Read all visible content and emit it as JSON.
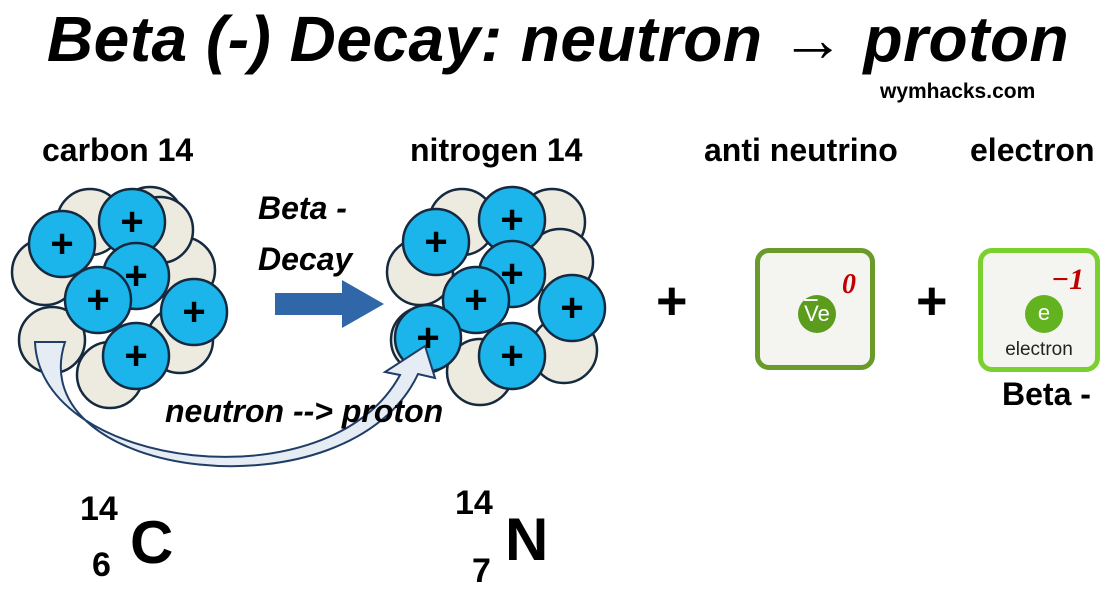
{
  "header": {
    "title": "Beta (-) Decay: neutron → proton",
    "credit": "wymhacks.com"
  },
  "labels": {
    "carbon": "carbon 14",
    "nitrogen": "nitrogen 14",
    "antineutrino": "anti neutrino",
    "electron": "electron",
    "beta_line1": "Beta -",
    "beta_line2": "Decay",
    "conversion": "neutron --> proton",
    "beta_minus": "Beta -",
    "plus": "+"
  },
  "isotopes": {
    "carbon": {
      "mass": "14",
      "atomic": "6",
      "symbol": "C"
    },
    "nitrogen": {
      "mass": "14",
      "atomic": "7",
      "symbol": "N"
    }
  },
  "particles": {
    "antineutrino": {
      "symbol_bar": "V",
      "symbol_rest": "e",
      "charge": "0"
    },
    "electron": {
      "symbol": "e",
      "charge": "−1",
      "caption": "electron"
    }
  },
  "nucleon_sign": "+",
  "colors": {
    "proton": "#1bb5ec",
    "neutron": "#edeae0",
    "outline": "#15293f",
    "arrow": "#2f67a8",
    "curve_fill": "#e6ecf3",
    "curve_stroke": "#1f3d66",
    "badge_green": "#5b9c1c",
    "charge_red": "#c00000"
  }
}
